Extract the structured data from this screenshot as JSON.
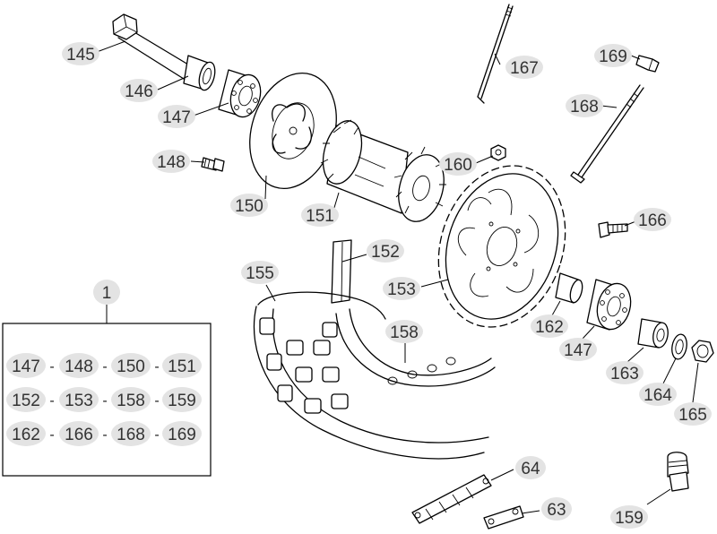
{
  "callouts": {
    "c145": "145",
    "c146": "146",
    "c147a": "147",
    "c148": "148",
    "c150": "150",
    "c151": "151",
    "c152": "152",
    "c153": "153",
    "c155": "155",
    "c158": "158",
    "c160": "160",
    "c162": "162",
    "c147b": "147",
    "c163": "163",
    "c164": "164",
    "c165": "165",
    "c166": "166",
    "c167": "167",
    "c168": "168",
    "c169": "169",
    "c64": "64",
    "c63": "63",
    "c159": "159"
  },
  "kit": {
    "number": "1",
    "separator": "-",
    "rows": [
      [
        "147",
        "148",
        "150",
        "151"
      ],
      [
        "152",
        "153",
        "158",
        "159"
      ],
      [
        "162",
        "166",
        "168",
        "169"
      ]
    ]
  }
}
